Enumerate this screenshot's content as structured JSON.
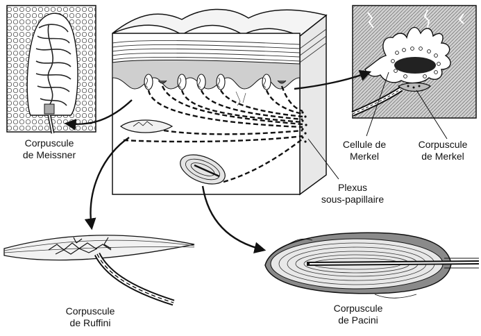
{
  "labels": {
    "meissner": [
      "Corpuscule",
      "de Meissner"
    ],
    "ruffini": [
      "Corpuscule",
      "de Ruffini"
    ],
    "pacini": [
      "Corpuscule",
      "de Pacini"
    ],
    "merkel_cell": [
      "Cellule de",
      "Merkel"
    ],
    "merkel_corpuscle": [
      "Corpuscule",
      "de Merkel"
    ],
    "plexus": [
      "Plexus",
      "sous-papillaire"
    ]
  },
  "colors": {
    "ink": "#111111",
    "gray_fill": "#c8c8c8",
    "light_fill": "#e6e6e6",
    "dark_fill": "#7a7a7a"
  }
}
